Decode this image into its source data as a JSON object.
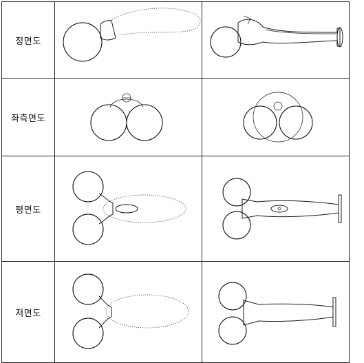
{
  "rows": [
    {
      "label": "정면도"
    },
    {
      "label": "좌측면도"
    },
    {
      "label": "평면도"
    },
    {
      "label": "저면도"
    }
  ]
}
